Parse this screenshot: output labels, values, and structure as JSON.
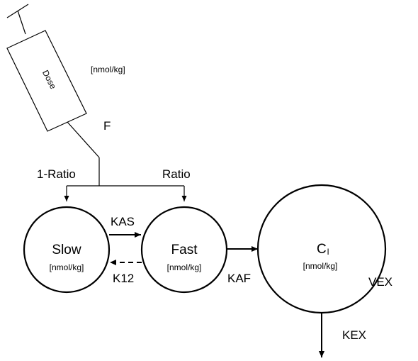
{
  "syringe": {
    "label": "Dose",
    "unit": "[nmol/kg]"
  },
  "bioavailability_label": "F",
  "split": {
    "left_label": "1-Ratio",
    "right_label": "Ratio"
  },
  "compartments": {
    "slow": {
      "name": "Slow",
      "unit": "[nmol/kg]"
    },
    "fast": {
      "name": "Fast",
      "unit": "[nmol/kg]"
    },
    "central": {
      "name": "C",
      "subscript": "l",
      "unit": "[nmol/kg]"
    }
  },
  "rates": {
    "kas": "KAS",
    "k12": "K12",
    "kaf": "KAF",
    "kex": "KEX",
    "vex": "VEX"
  }
}
